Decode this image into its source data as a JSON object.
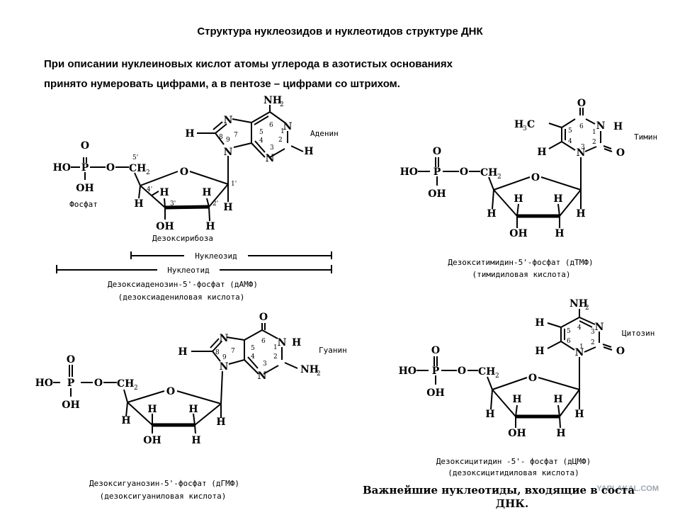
{
  "header": {
    "title": "Структура нуклеозидов и нуклеотидов структуре ДНК",
    "line1": "При описании нуклеиновых кислот атомы углерода в азотистых основаниях",
    "line2": "принято нумеровать цифрами, а в пентозе – цифрами со штрихом."
  },
  "atoms": {
    "H": "H",
    "O": "O",
    "N": "N",
    "P": "P",
    "HO": "HO",
    "OH": "OH",
    "NH2": "NH",
    "CH2": "CH",
    "sub2": "2",
    "H3C": "H",
    "sub3": "3",
    "C": "C"
  },
  "dAMP": {
    "base_name": "Аденин",
    "phosphate_label": "Фосфат",
    "sugar_label": "Дезоксирибоза",
    "nucleoside_label": "Нуклеозид",
    "nucleotide_label": "Нуклеотид",
    "caption1": "Дезоксиаденозин-5'-фосфат (дАМФ)",
    "caption2": "(дезоксиадениловая кислота)",
    "prime": [
      "5'",
      "4'",
      "3'",
      "2'",
      "1'"
    ],
    "ring_numbers": [
      "1",
      "2",
      "3",
      "4",
      "5",
      "6",
      "7",
      "8",
      "9"
    ]
  },
  "dTMP": {
    "base_name": "Тимин",
    "caption1": "Дезокситимидин-5'-фосфат (дТМФ)",
    "caption2": "(тимидиловая кислота)",
    "ring_numbers": [
      "1",
      "2",
      "3",
      "4",
      "5",
      "6"
    ]
  },
  "dGMP": {
    "base_name": "Гуанин",
    "caption1": "Дезоксигуанозин-5'-фосфат (дГМФ)",
    "caption2": "(дезоксигуаниловая кислота)",
    "ring_numbers": [
      "1",
      "2",
      "3",
      "4",
      "5",
      "6",
      "7",
      "8",
      "9"
    ]
  },
  "dCMP": {
    "base_name": "Цитозин",
    "caption1": "Дезоксицитидин -5'- фосфат (дЦМФ)",
    "caption2": "(дезоксицитидиловая кислота)",
    "ring_numbers": [
      "1",
      "2",
      "3",
      "4",
      "5",
      "6"
    ]
  },
  "footer": {
    "line1": "Важнейшие нуклеотиды, входящие в соста",
    "line2": "ДНК.",
    "watermark": "YAPLAKAL.COM"
  }
}
